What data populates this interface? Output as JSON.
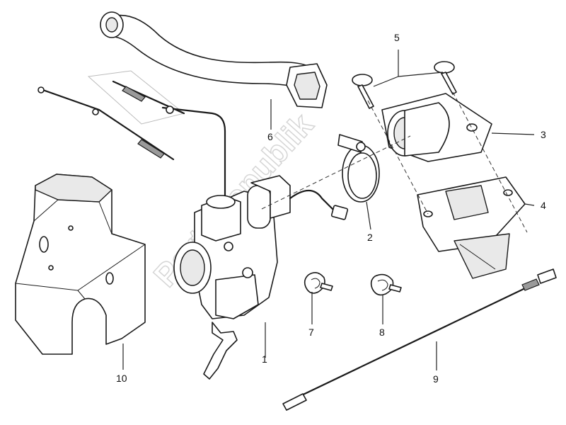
{
  "diagram": {
    "watermark_text": "PartsRepublik",
    "callouts": [
      {
        "id": "callout-1",
        "label": "1"
      },
      {
        "id": "callout-2",
        "label": "2"
      },
      {
        "id": "callout-3",
        "label": "3"
      },
      {
        "id": "callout-4",
        "label": "4"
      },
      {
        "id": "callout-5",
        "label": "5"
      },
      {
        "id": "callout-6",
        "label": "6"
      },
      {
        "id": "callout-7",
        "label": "7"
      },
      {
        "id": "callout-8",
        "label": "8"
      },
      {
        "id": "callout-9",
        "label": "9"
      },
      {
        "id": "callout-10",
        "label": "10"
      }
    ]
  }
}
